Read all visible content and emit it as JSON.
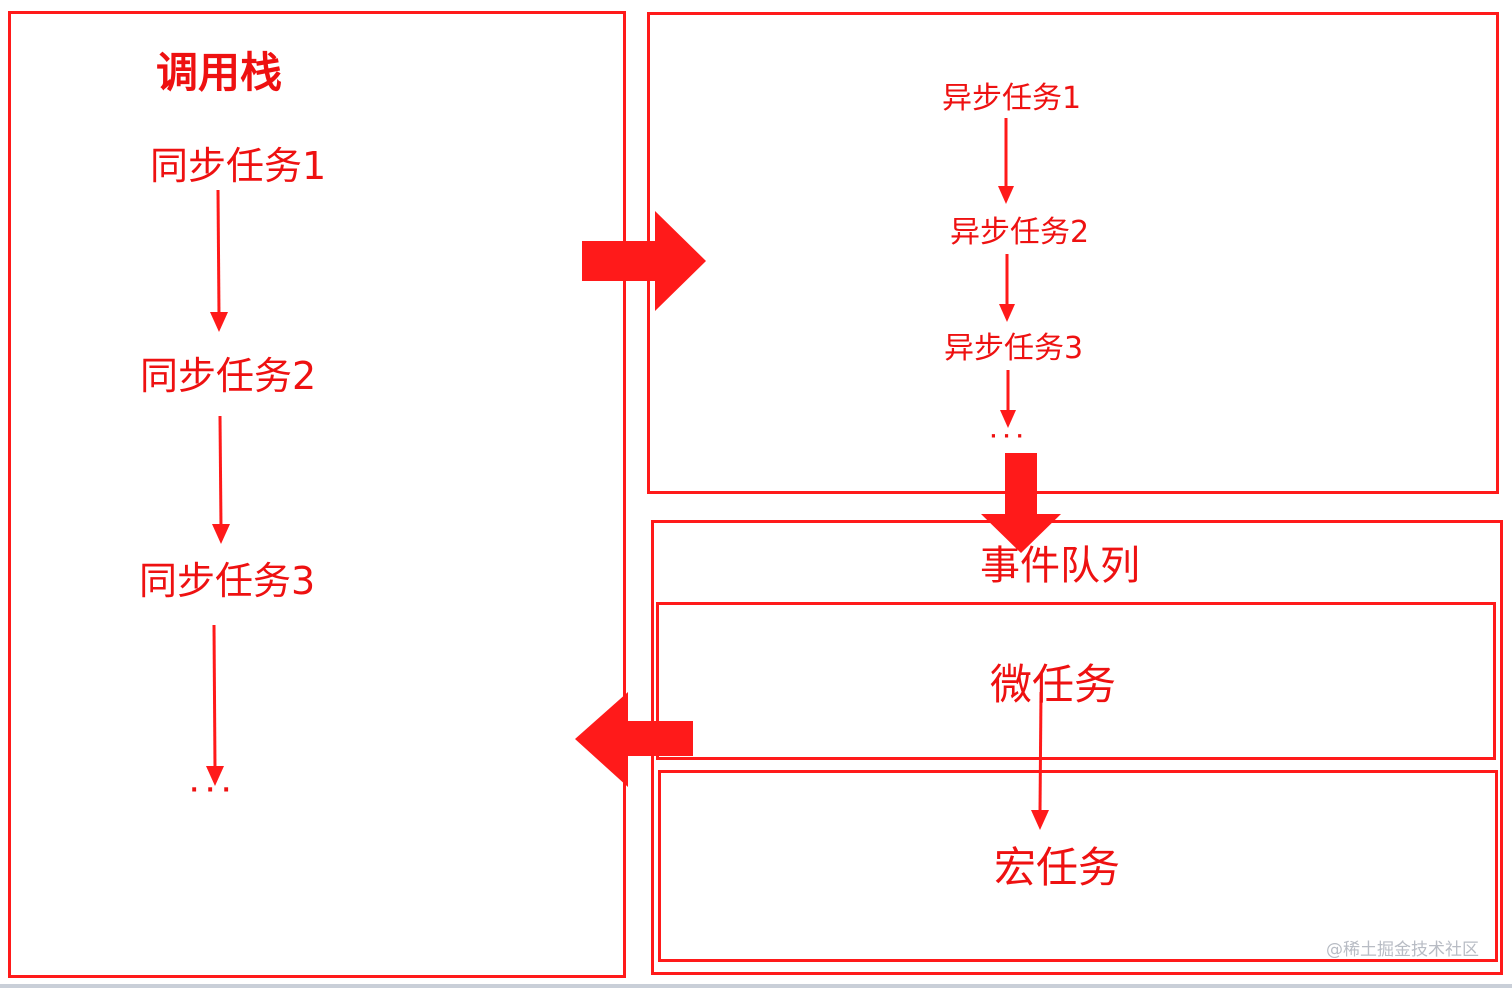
{
  "call_stack": {
    "title": "调用栈",
    "tasks": [
      "同步任务1",
      "同步任务2",
      "同步任务3"
    ],
    "ellipsis": "· · ·"
  },
  "async_area": {
    "tasks": [
      "异步任务1",
      "异步任务2",
      "异步任务3"
    ],
    "ellipsis": "· · ·"
  },
  "event_queue": {
    "title": "事件队列",
    "micro": "微任务",
    "macro": "宏任务"
  },
  "watermark": "@稀土掘金技术社区",
  "colors": {
    "accent": "#ff1a1a",
    "text": "#ee1111"
  }
}
